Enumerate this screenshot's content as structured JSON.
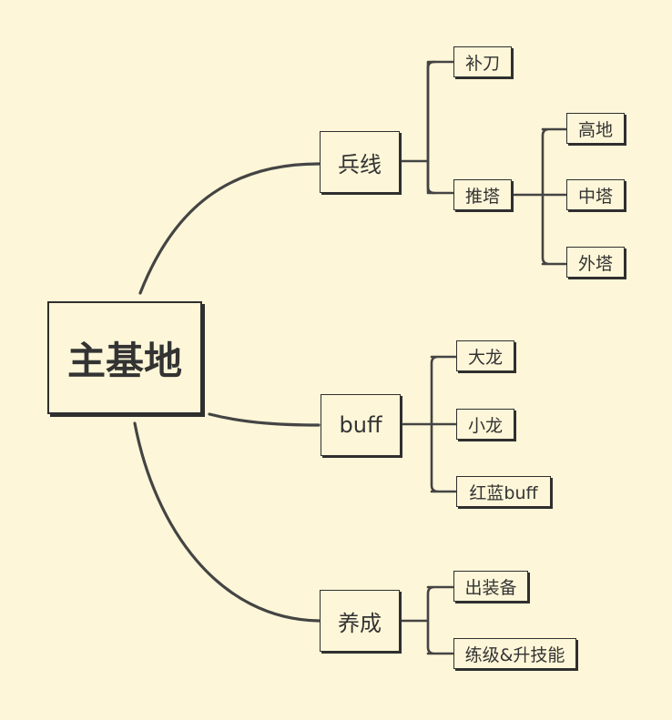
{
  "diagram": {
    "root": {
      "label": "主基地"
    },
    "branches": [
      {
        "label": "兵线",
        "children": [
          {
            "label": "补刀"
          },
          {
            "label": "推塔",
            "children": [
              {
                "label": "高地"
              },
              {
                "label": "中塔"
              },
              {
                "label": "外塔"
              }
            ]
          }
        ]
      },
      {
        "label": "buff",
        "children": [
          {
            "label": "大龙"
          },
          {
            "label": "小龙"
          },
          {
            "label": "红蓝buff"
          }
        ]
      },
      {
        "label": "养成",
        "children": [
          {
            "label": "出装备"
          },
          {
            "label": "练级&升技能"
          }
        ]
      }
    ]
  },
  "colors": {
    "background": "#fdf6d8",
    "line": "#444444",
    "text": "#333333"
  }
}
